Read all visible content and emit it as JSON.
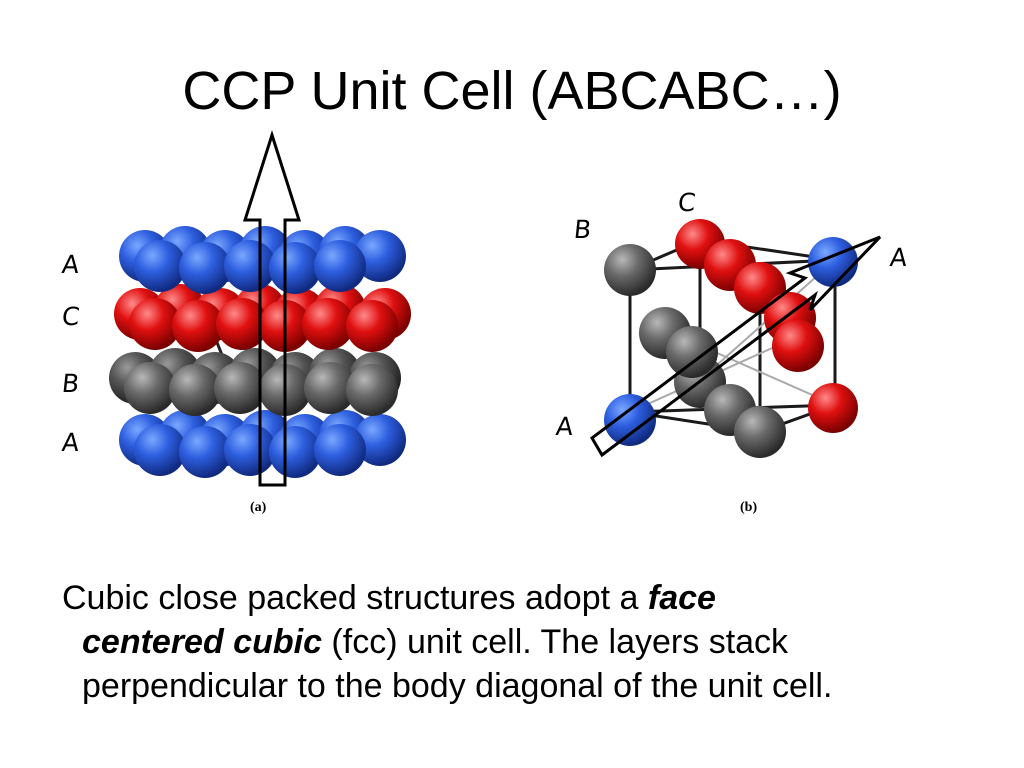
{
  "title": "CCP Unit Cell (ABCABC…)",
  "panel_a": {
    "label": "(a)",
    "layer_labels": [
      "A",
      "C",
      "B",
      "A"
    ]
  },
  "panel_b": {
    "label": "(b)",
    "labels": {
      "c": "C",
      "b": "B",
      "a_top": "A",
      "a_bottom": "A"
    }
  },
  "colors": {
    "layer_a": "#2a5ad8",
    "layer_b": "#606060",
    "layer_c": "#d81010"
  },
  "caption": {
    "line1_pre": "Cubic close packed structures adopt a ",
    "line1_em": "face",
    "line2_em": "centered cubic",
    "line2_post": " (fcc) unit cell.  The layers stack",
    "line3": "perpendicular to the body diagonal of the unit cell."
  }
}
